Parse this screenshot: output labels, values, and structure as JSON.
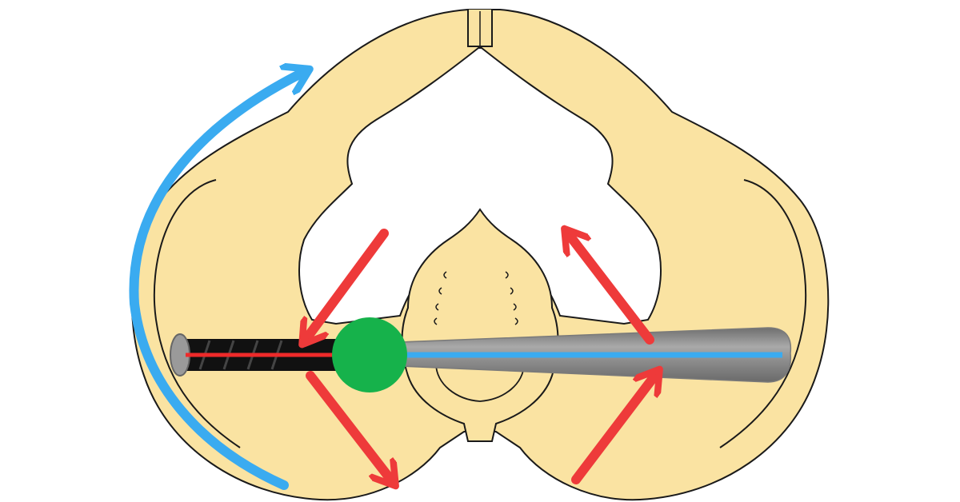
{
  "diagram": {
    "subject": "pelvis-top-view-bat-swing",
    "colors": {
      "bone_fill": "#fae3a2",
      "bone_outline": "#1a1a1a",
      "background": "#ffffff",
      "bat_gray": "#8a8a8a",
      "bat_handle": "#111111",
      "axis_blue": "#3aabf0",
      "axis_red": "#ee2a2a",
      "force_arrow_red": "#ee3a3a",
      "rotation_arrow_blue": "#3aabf0",
      "grip_point_green": "#16b24b"
    },
    "elements": [
      {
        "name": "pelvis-outline",
        "icon": "pelvis-bone"
      },
      {
        "name": "sacrum",
        "icon": "sacrum-bone"
      },
      {
        "name": "bat",
        "icon": "baseball-bat"
      },
      {
        "name": "rotation-arrow",
        "icon": "curved-arrow-up",
        "direction": "counterclockwise"
      },
      {
        "name": "force-arrows",
        "icon": "straight-arrow",
        "count": 4
      },
      {
        "name": "grip-point",
        "icon": "green-circle"
      }
    ]
  }
}
